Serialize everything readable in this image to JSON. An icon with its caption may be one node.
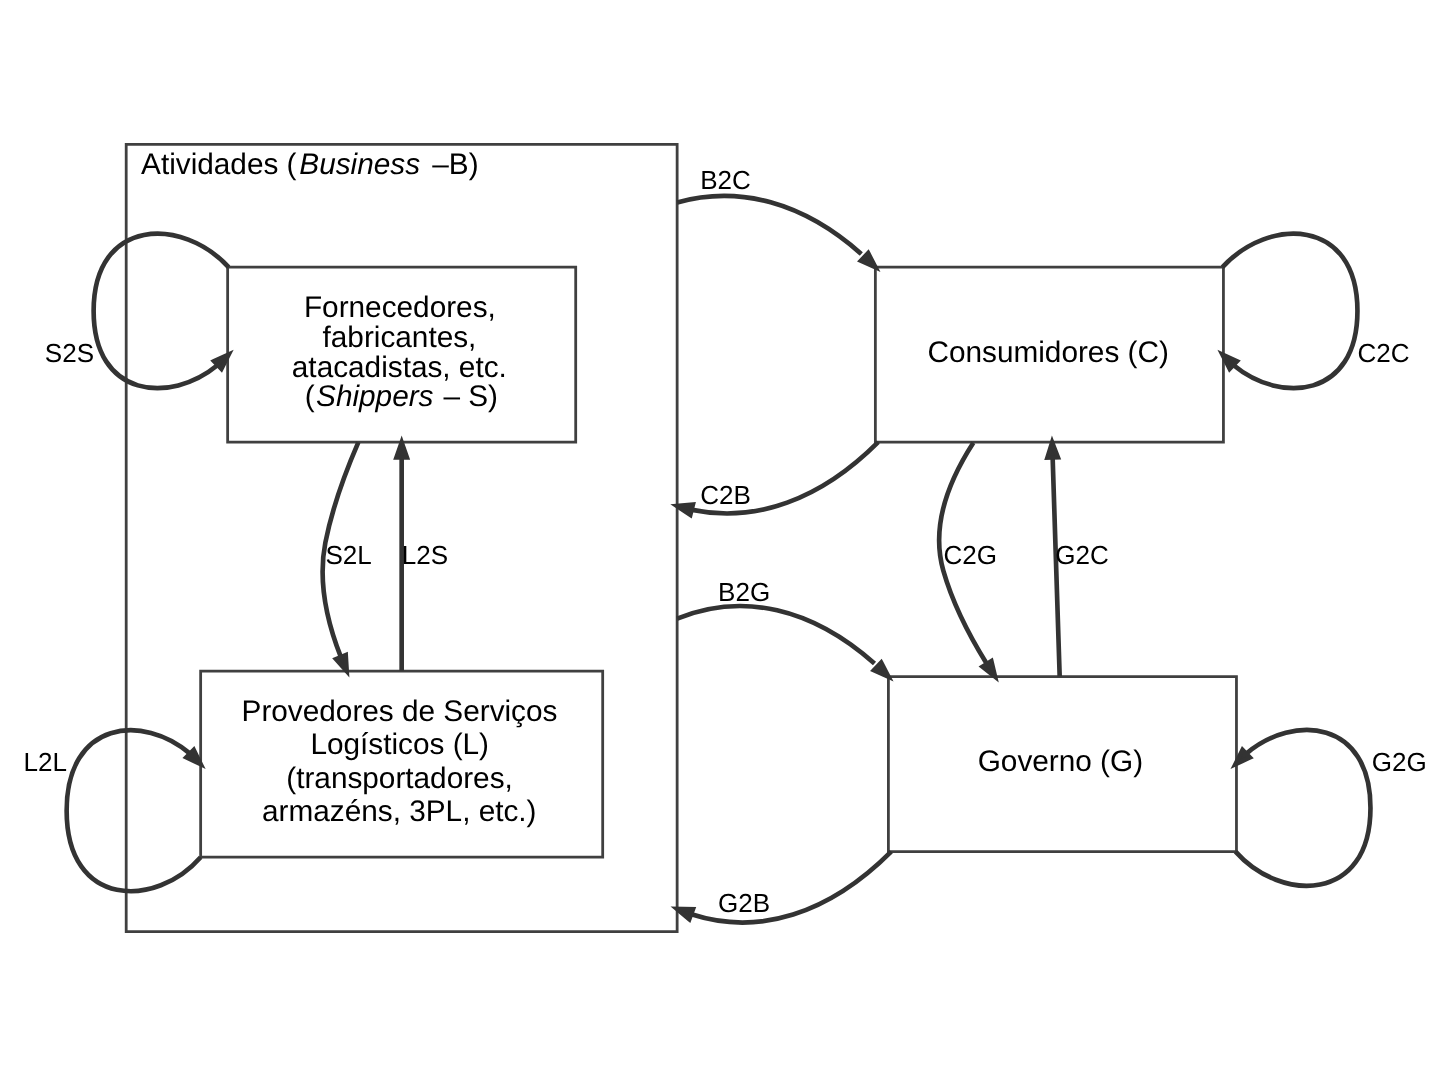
{
  "diagram": {
    "nodes": [
      {
        "text": [
          "Atividades (*Business* –B)"
        ]
      },
      {
        "text": [
          "Fornecedores, fabricantes, atacadistas, etc. (*Shippers* – S)"
        ],
        "in": 0
      },
      {
        "text": [
          "Provedores de Serviços Logísticos (L) (transportadores, armazéns, 3PL, etc.)"
        ],
        "in": 0
      },
      {
        "text": [
          "Consumidores (C)"
        ]
      },
      {
        "text": [
          "Governo (G)"
        ]
      }
    ],
    "edges": [
      {
        "from": 1,
        "to": 1,
        "arrow": "to",
        "label": "S2S"
      },
      {
        "from": 1,
        "to": 2,
        "arrow": "to",
        "label": "S2L"
      },
      {
        "from": 2,
        "to": 1,
        "arrow": "to",
        "label": "L2S"
      },
      {
        "from": 2,
        "to": 2,
        "arrow": "to",
        "label": "L2L"
      },
      {
        "from": 0,
        "to": 3,
        "arrow": "to",
        "label": "B2C"
      },
      {
        "from": 3,
        "to": 0,
        "arrow": "to",
        "label": "C2B"
      },
      {
        "from": 3,
        "to": 3,
        "arrow": "to",
        "label": "C2C"
      },
      {
        "from": 3,
        "to": 4,
        "arrow": "to",
        "label": "C2G"
      },
      {
        "from": 4,
        "to": 3,
        "arrow": "to",
        "label": "G2C"
      },
      {
        "from": 0,
        "to": 4,
        "arrow": "to",
        "label": "B2G"
      },
      {
        "from": 4,
        "to": 0,
        "arrow": "to",
        "label": "G2B"
      },
      {
        "from": 4,
        "to": 4,
        "arrow": "to",
        "label": "G2G"
      }
    ]
  }
}
